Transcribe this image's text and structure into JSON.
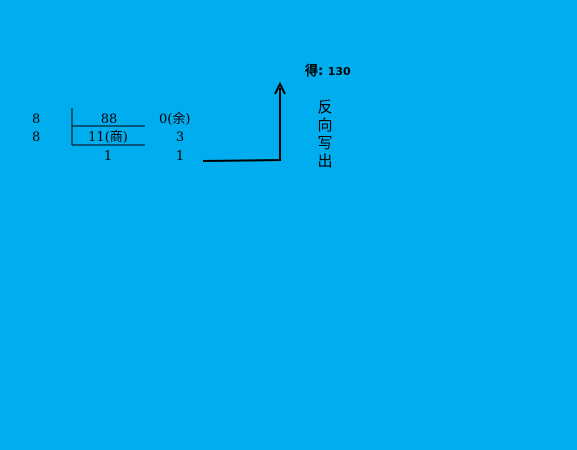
{
  "division": {
    "rows": [
      {
        "divisor": "8",
        "dividend": "88",
        "remainder": "0(余)"
      },
      {
        "divisor": "8",
        "dividend": "11(商)",
        "remainder": "3"
      },
      {
        "divisor": "",
        "dividend": "1",
        "remainder": "1"
      }
    ]
  },
  "result": {
    "label": "得:",
    "value": "130"
  },
  "note": {
    "chars": [
      "反",
      "向",
      "写",
      "出"
    ]
  },
  "colors": {
    "background": "#00AEEF",
    "ink": "#000000"
  }
}
